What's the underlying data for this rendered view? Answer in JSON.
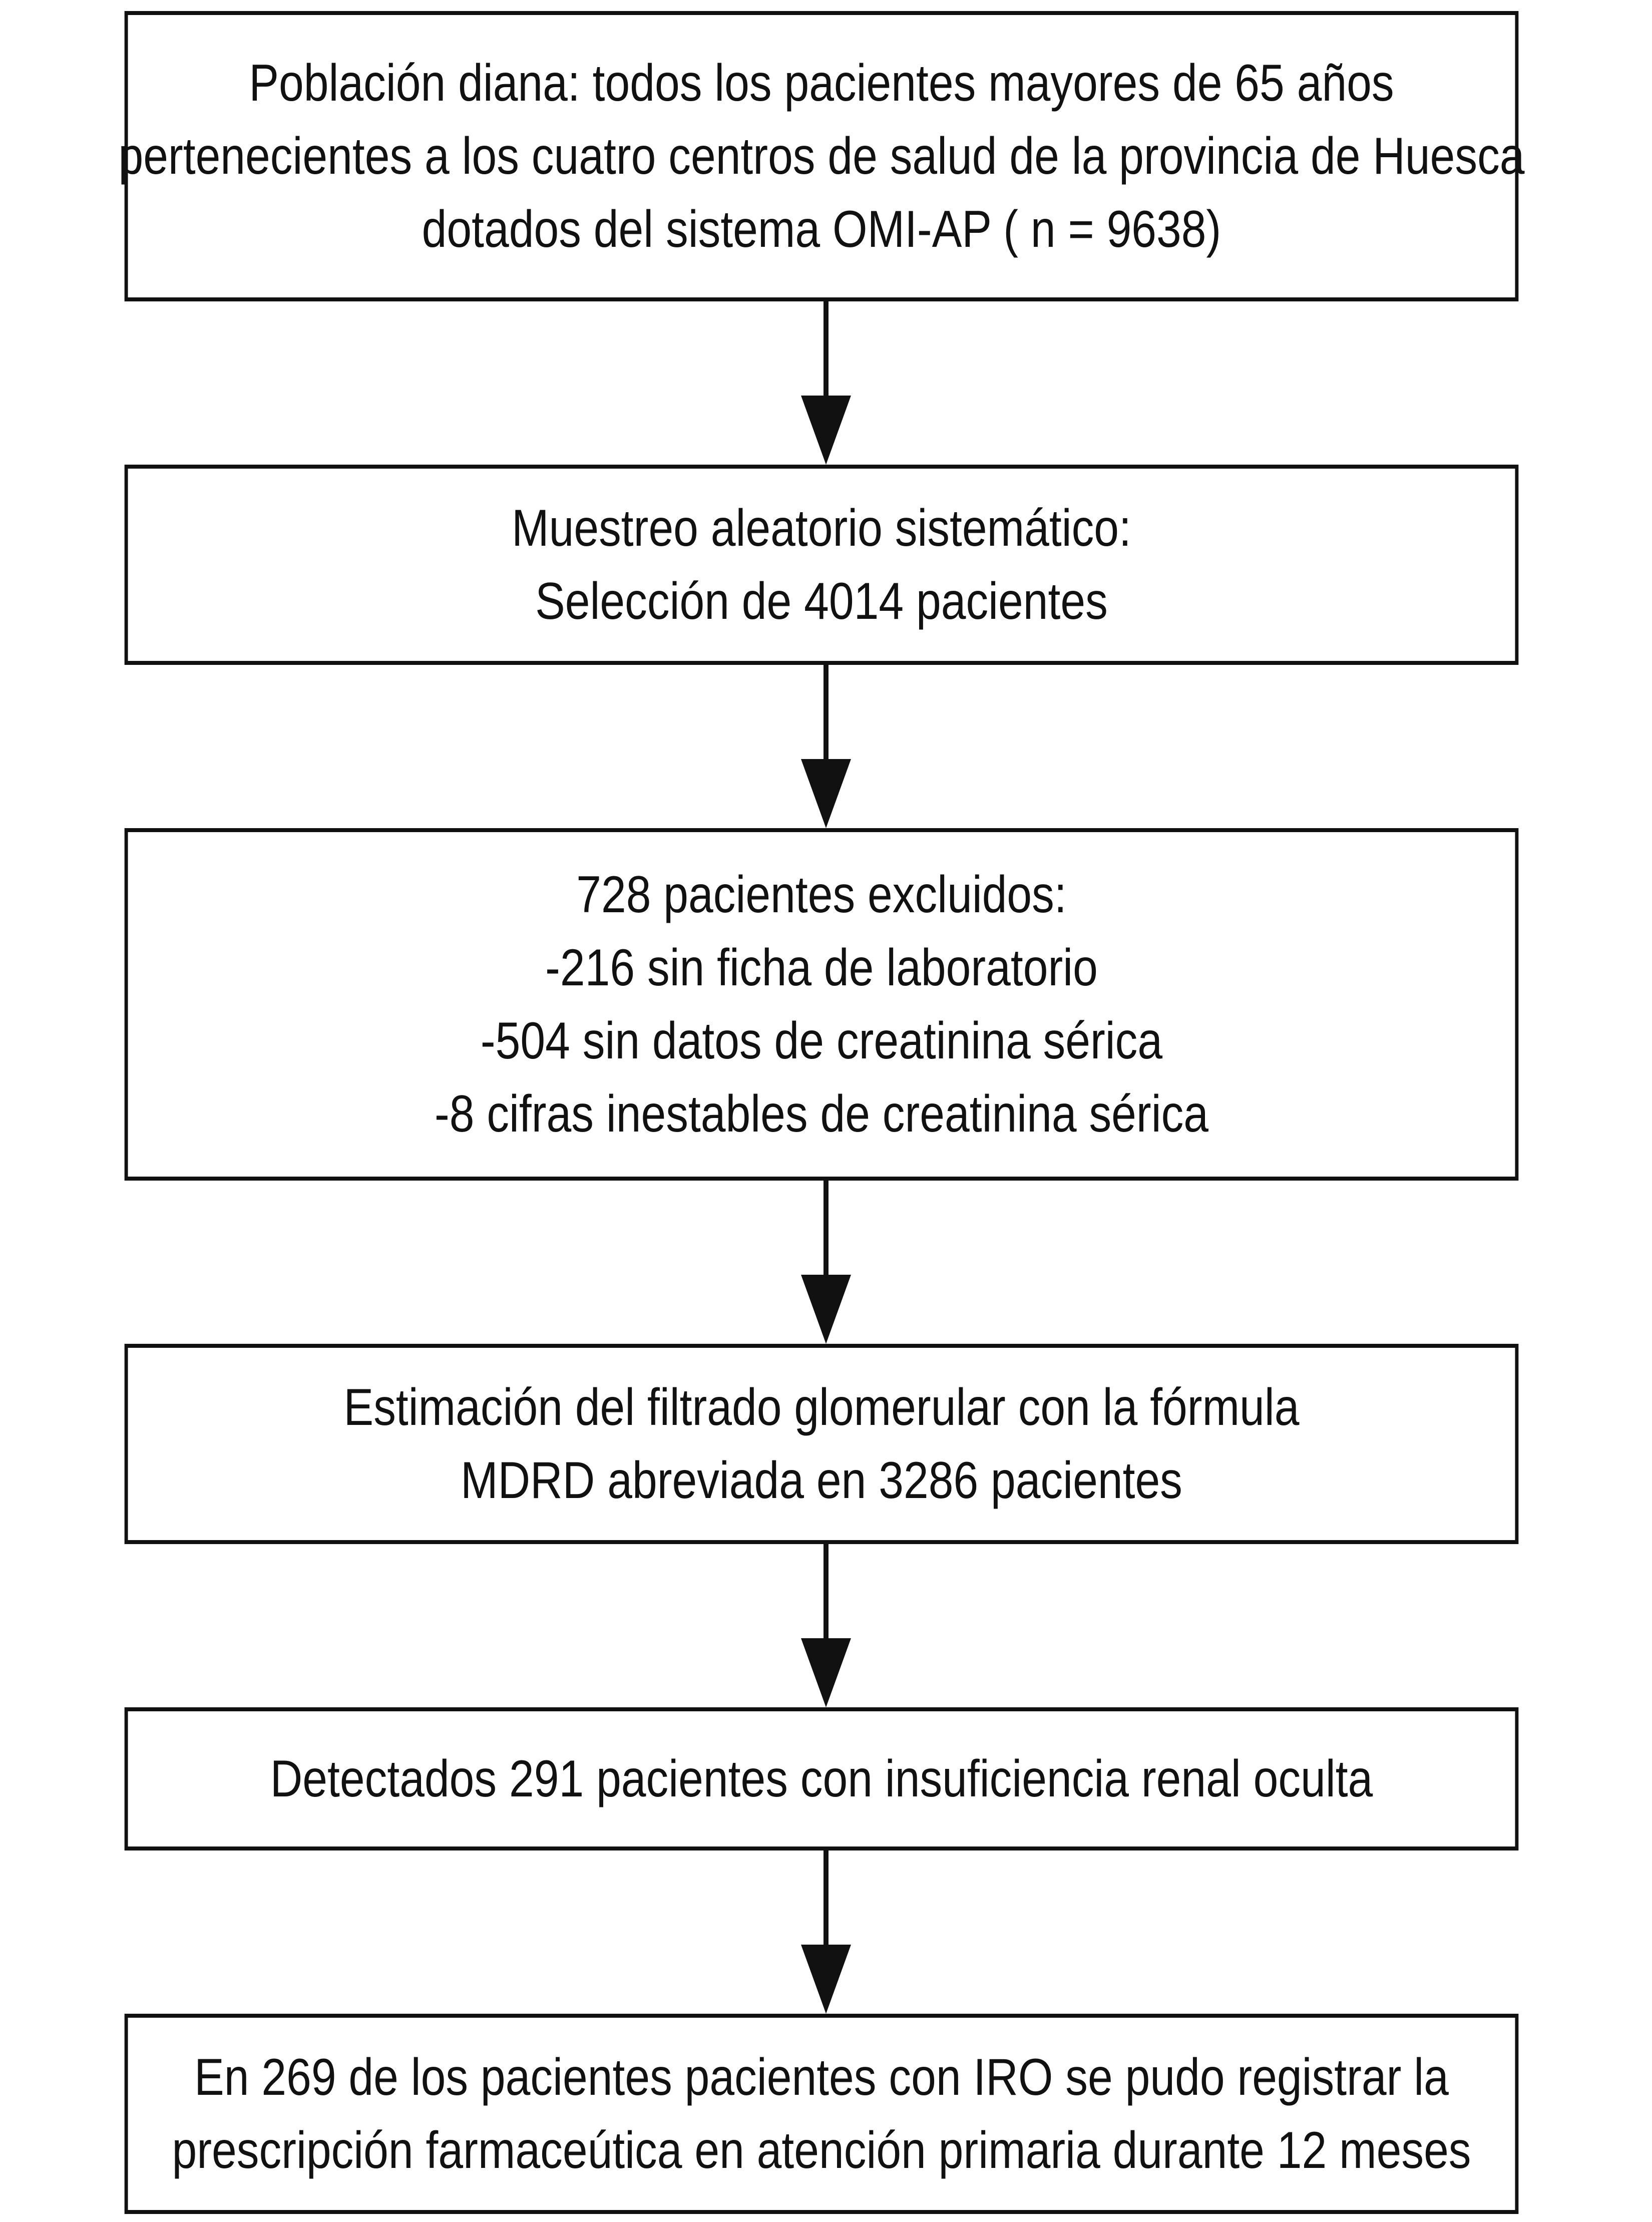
{
  "boxes": [
    {
      "lines": [
        "Población diana: todos los pacientes mayores de 65 años",
        "pertenecientes a los cuatro centros de salud de la provincia de Huesca",
        "dotados del sistema OMI-AP ( n = 9638)"
      ]
    },
    {
      "lines": [
        "Muestreo aleatorio sistemático:",
        "Selección de 4014 pacientes"
      ]
    },
    {
      "lines": [
        "728 pacientes excluidos:",
        "-216 sin ficha de laboratorio",
        "-504 sin datos de creatinina sérica",
        "-8 cifras inestables de creatinina sérica"
      ]
    },
    {
      "lines": [
        "Estimación del filtrado glomerular con la fórmula",
        "MDRD abreviada en 3286 pacientes"
      ]
    },
    {
      "lines": [
        "Detectados 291 pacientes con insuficiencia renal oculta"
      ]
    },
    {
      "lines": [
        "En 269 de los pacientes pacientes con IRO se pudo registrar la",
        "prescripción farmaceútica en atención primaria durante 12 meses"
      ]
    }
  ],
  "colors": {
    "stroke": "#111111",
    "background": "#ffffff"
  }
}
